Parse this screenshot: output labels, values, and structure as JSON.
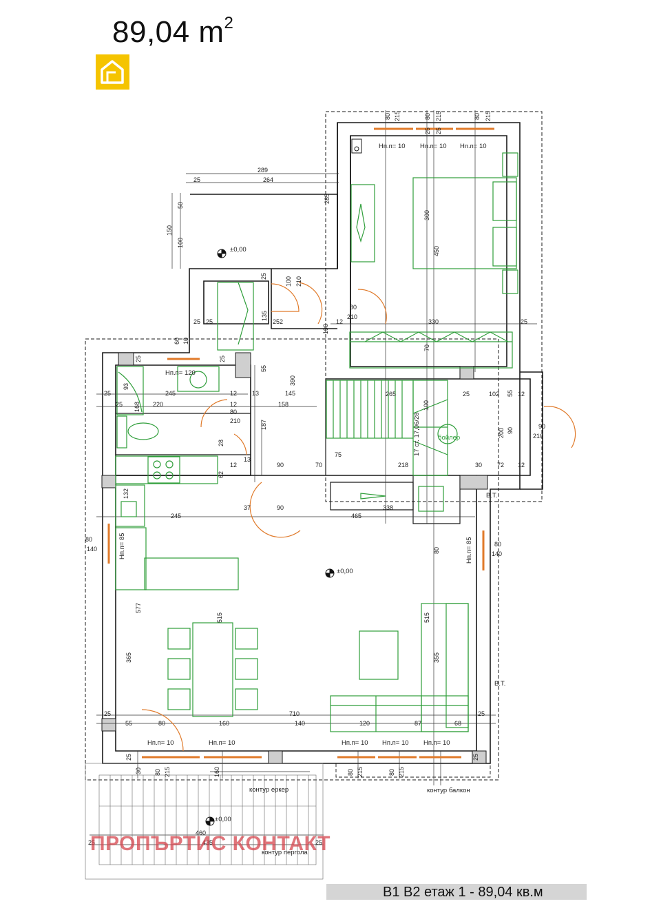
{
  "header": {
    "area_value": "89,04 m",
    "area_exp": "2",
    "logo_icon": "house-logo-icon",
    "logo_color": "#f5c400"
  },
  "caption": "B1 B2 етаж 1 - 89,04 кв.м",
  "watermark": "ПРОПЪРТИС КОНТАКТ",
  "colors": {
    "wall": "#1a1a1a",
    "furniture": "#2f9e3a",
    "window": "#e07a2a",
    "dim": "#333333"
  },
  "labels": {
    "level_top": "±0,00",
    "level_main": "±0,00",
    "level_terrace": "±0,00",
    "erker": "контур еркер",
    "balkon": "контур балкон",
    "pergola": "контур пергола",
    "boiler": "бойлер",
    "stair": "17 ст. 17,06/28",
    "bt1": "В.Т.",
    "bt2": "В.Т.",
    "hnp_top1": "Нп.п= 10",
    "hnp_top2": "Нп.п= 10",
    "hnp_top3": "Нп.п= 10",
    "hnp_bath": "Нп.п= 120",
    "hnp_left": "Нп.п= 85",
    "hnp_right": "Нп.п= 85",
    "hnp_bot1": "Нп.п= 10",
    "hnp_bot2": "Нп.п= 10",
    "hnp_bot3": "Нп.п= 10",
    "hnp_bot4": "Нп.п= 10",
    "hnp_bot5": "Нп.п= 10"
  },
  "dims": {
    "d289": "289",
    "d264": "264",
    "d25a": "25",
    "d150": "150",
    "d50": "50",
    "d100": "100",
    "d285": "285",
    "d80a": "80",
    "d215a": "215",
    "d80b": "80",
    "d215b": "215",
    "d25b": "25",
    "d25c": "25",
    "d80c": "80",
    "d215c": "215",
    "d300": "300",
    "d450": "450",
    "d80d": "80",
    "d210a": "210",
    "d190": "190",
    "d330": "330",
    "d12a": "12",
    "d25d": "25",
    "d70": "70",
    "d252": "252",
    "d135": "135",
    "d100b": "100",
    "d25e": "25",
    "d210b": "210",
    "d25f": "25",
    "d25g": "25",
    "d60": "60",
    "d10": "10",
    "d25h": "25",
    "d25i": "25",
    "d55": "55",
    "d390": "390",
    "d93": "93",
    "d245a": "245",
    "d168": "168",
    "d25j": "25",
    "d25k": "25",
    "d220": "220",
    "d12b": "12",
    "d13a": "13",
    "d158": "158",
    "d145": "145",
    "d12c": "12",
    "d80e": "80",
    "d210c": "210",
    "d187": "187",
    "d265": "265",
    "d100c": "100",
    "d25l": "25",
    "d102": "102",
    "d55b": "55",
    "d12d": "12",
    "d200": "200",
    "d90a": "90",
    "d90b": "90",
    "d210d": "210",
    "d75": "75",
    "d28": "28",
    "d62": "62",
    "d12e": "12",
    "d13b": "13",
    "d90c": "90",
    "d70b": "70",
    "d218": "218",
    "d30": "30",
    "d72": "72",
    "d12f": "12",
    "d132": "132",
    "d37": "37",
    "d465": "465",
    "d338": "338",
    "d90d": "90",
    "d245b": "245",
    "d80f": "80",
    "d140a": "140",
    "d80g": "80",
    "d140b": "140",
    "d80h": "80",
    "d577": "577",
    "d515a": "515",
    "d515b": "515",
    "d365": "365",
    "d355": "355",
    "d710": "710",
    "d25m": "25",
    "d25n": "25",
    "d55c": "55",
    "d80i": "80",
    "d160a": "160",
    "d140c": "140",
    "d120": "120",
    "d87": "87",
    "d68": "68",
    "d80j": "80",
    "d215d": "215",
    "d160b": "160",
    "d80k": "80",
    "d215e": "215",
    "d80l": "80",
    "d215f": "215",
    "d460": "460",
    "d435": "435",
    "d25o": "25",
    "d25p": "25",
    "d30b": "30",
    "d25q": "25",
    "d25r": "25"
  }
}
